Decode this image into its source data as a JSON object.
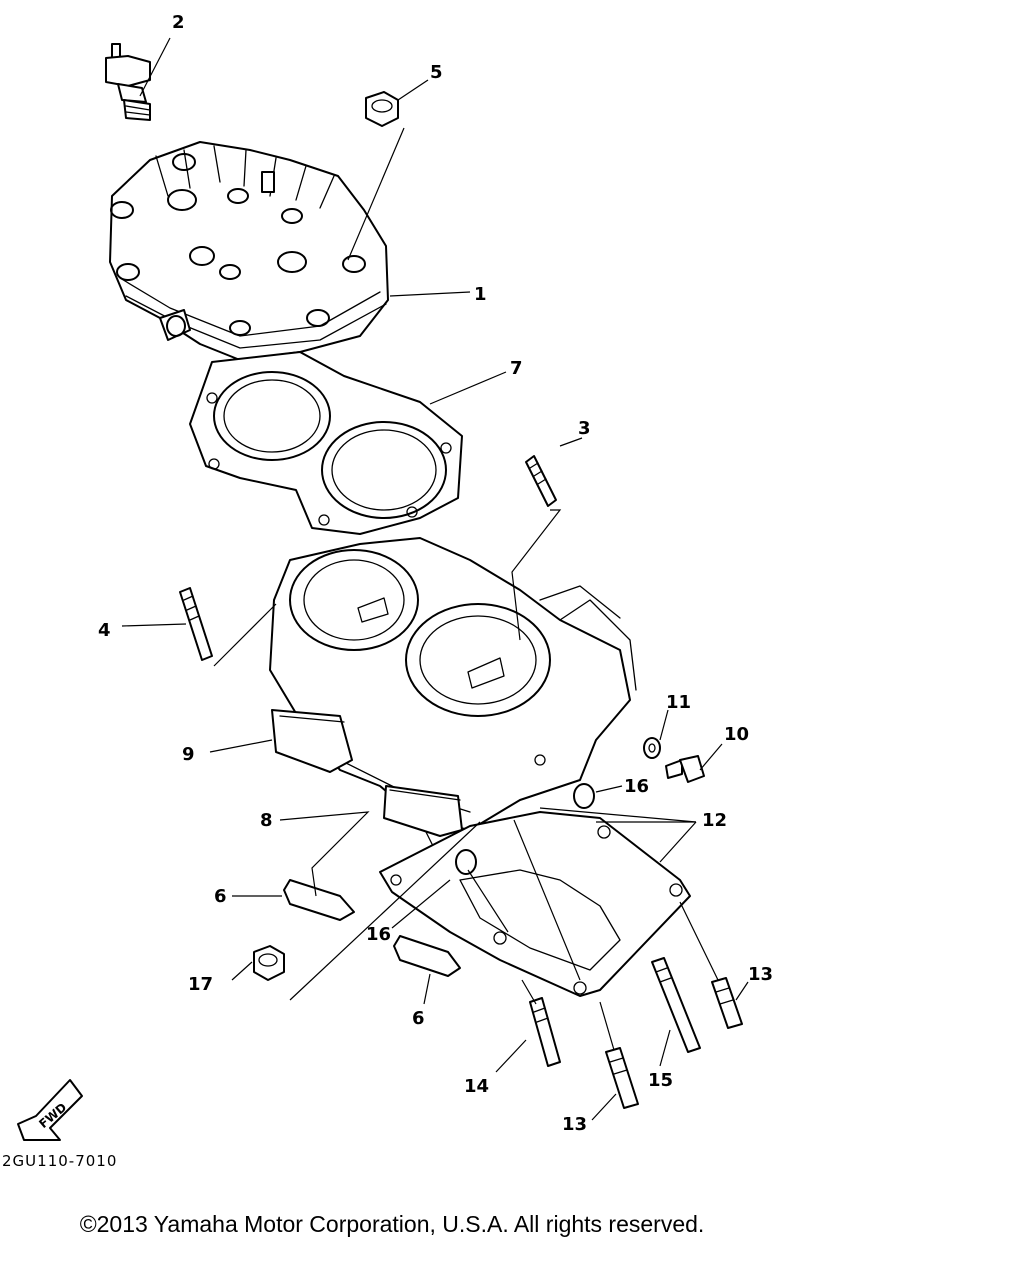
{
  "diagram": {
    "callouts": [
      {
        "id": "callout-1",
        "label": "1"
      },
      {
        "id": "callout-2",
        "label": "2"
      },
      {
        "id": "callout-3",
        "label": "3"
      },
      {
        "id": "callout-4",
        "label": "4"
      },
      {
        "id": "callout-5",
        "label": "5"
      },
      {
        "id": "callout-6a",
        "label": "6"
      },
      {
        "id": "callout-6b",
        "label": "6"
      },
      {
        "id": "callout-7",
        "label": "7"
      },
      {
        "id": "callout-8",
        "label": "8"
      },
      {
        "id": "callout-9",
        "label": "9"
      },
      {
        "id": "callout-10",
        "label": "10"
      },
      {
        "id": "callout-11",
        "label": "11"
      },
      {
        "id": "callout-12",
        "label": "12"
      },
      {
        "id": "callout-13a",
        "label": "13"
      },
      {
        "id": "callout-13b",
        "label": "13"
      },
      {
        "id": "callout-14",
        "label": "14"
      },
      {
        "id": "callout-15",
        "label": "15"
      },
      {
        "id": "callout-16a",
        "label": "16"
      },
      {
        "id": "callout-16b",
        "label": "16"
      },
      {
        "id": "callout-17",
        "label": "17"
      }
    ],
    "fwd_label": "FWD",
    "drawing_code": "2GU110-7010"
  },
  "footer": {
    "copyright": "©2013 Yamaha Motor Corporation, U.S.A. All rights reserved."
  }
}
